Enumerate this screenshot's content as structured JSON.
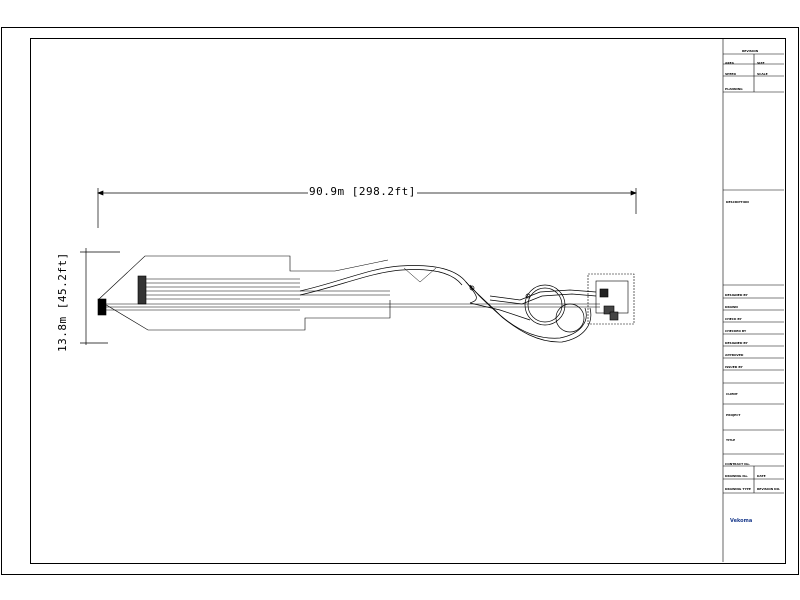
{
  "drawing": {
    "dim_length": "90.9m [298.2ft]",
    "dim_height": "13.8m [45.2ft]"
  },
  "title_block": {
    "top": [
      {
        "label": "",
        "value": "REVISION"
      },
      {
        "label": "AREA",
        "value": "SIZE"
      },
      {
        "label": "SPEED",
        "value": "SCALE"
      },
      {
        "label": "PLANNING",
        "value": ""
      }
    ],
    "mid_label": "DESCRIPTION",
    "sign_rows": [
      "DESIGNED BY",
      "DRAWN",
      "CHECK BY",
      "CHECKED BY",
      "DESIGNED BY",
      "APPROVED",
      "ISSUED BY"
    ],
    "client_label": "CLIENT",
    "project_label": "PROJECT",
    "title_label": "TITLE",
    "contract_label": "CONTRACT No.",
    "drawing_no_label": "DRAWING No.",
    "date_label": "DATE",
    "drawing_type_label": "DRAWING TYPE",
    "revision_no_label": "REVISION NO.",
    "logo_text": "Vekoma",
    "logo_sub1": "",
    "logo_sub2": ""
  }
}
